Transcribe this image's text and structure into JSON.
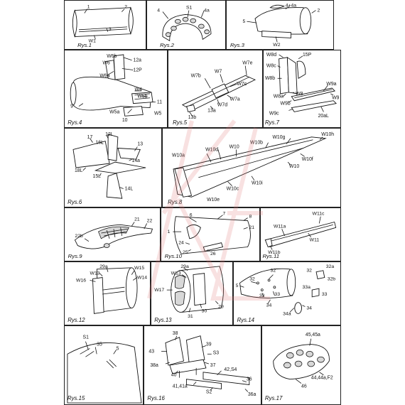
{
  "panels": [
    {
      "id": "rys1",
      "caption": "Rys.1",
      "labels": [
        "1",
        "2",
        "3",
        "W1"
      ]
    },
    {
      "id": "rys2",
      "caption": "Rys.2",
      "labels": [
        "4",
        "S1",
        "4a"
      ]
    },
    {
      "id": "rys3",
      "caption": "Rys.3",
      "labels": [
        "4+4a",
        "2",
        "5",
        "W2"
      ]
    },
    {
      "id": "rys4",
      "caption": "Rys.4",
      "labels": [
        "W6b",
        "W6",
        "12a",
        "12P",
        "W6a",
        "9",
        "W4",
        "W5b",
        "11",
        "W5a",
        "10",
        "W5"
      ]
    },
    {
      "id": "rys5",
      "caption": "Rys.5",
      "labels": [
        "W7",
        "W7e",
        "W7b",
        "W7c",
        "W7a",
        "W7d",
        "13a",
        "13b"
      ]
    },
    {
      "id": "rys7",
      "caption": "Rys.7",
      "labels": [
        "W8d",
        "15P",
        "W8c",
        "W8b",
        "W8a",
        "W8",
        "W9a",
        "W9",
        "W9b",
        "W9c",
        "20aL"
      ]
    },
    {
      "id": "rys6",
      "caption": "Rys.6",
      "labels": [
        "17",
        "12L",
        "16L",
        "13",
        "14a",
        "18L",
        "15L",
        "14L"
      ]
    },
    {
      "id": "rys8",
      "caption": "Rys.8",
      "labels": [
        "W10g",
        "W10h",
        "W10b",
        "W10a",
        "W10d",
        "W10",
        "W10f",
        "W10i",
        "W10e",
        "W10c"
      ]
    },
    {
      "id": "rys9",
      "caption": "Rys.9",
      "labels": [
        "21",
        "22",
        "22b"
      ]
    },
    {
      "id": "rys10",
      "caption": "Rys.10",
      "labels": [
        "6",
        "7",
        "8",
        "1",
        "21",
        "24",
        "25",
        "26"
      ]
    },
    {
      "id": "rys11",
      "caption": "Rys.11",
      "labels": [
        "W11c",
        "W11a",
        "W11",
        "W11b"
      ]
    },
    {
      "id": "rys12",
      "caption": "Rys.12",
      "labels": [
        "29a",
        "W15",
        "W13",
        "W14",
        "W16"
      ]
    },
    {
      "id": "rys13",
      "caption": "Rys.13",
      "labels": [
        "29a",
        "W13",
        "W17",
        "31",
        "30",
        "29"
      ]
    },
    {
      "id": "rys14",
      "caption": "Rys.14",
      "labels": [
        "32",
        "32",
        "32a",
        "5",
        "33",
        "33",
        "32b",
        "34",
        "33a",
        "33",
        "34",
        "34a"
      ]
    },
    {
      "id": "rys15",
      "caption": "Rys.15",
      "labels": [
        "S1",
        "35",
        "5"
      ]
    },
    {
      "id": "rys16",
      "caption": "Rys.16",
      "labels": [
        "38",
        "43",
        "39",
        "S3",
        "38a",
        "37",
        "40",
        "42,S4",
        "41,41a",
        "36",
        "S2",
        "36a"
      ]
    },
    {
      "id": "rys17",
      "caption": "Rys.17",
      "labels": [
        "45,45a",
        "44,44a,F2",
        "46"
      ]
    }
  ],
  "watermark": "KE"
}
